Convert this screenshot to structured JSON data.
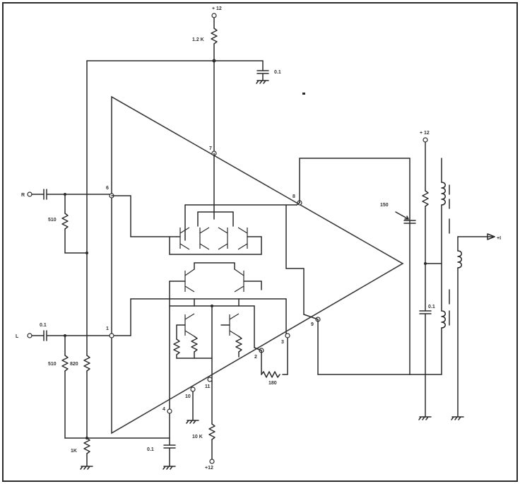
{
  "labels": {
    "supply_top": "+ 12",
    "r_top": "1.2 K",
    "c_top": "0.1",
    "input_r": "R",
    "input_l": "L",
    "r510": "510",
    "c_in_l": "0.1",
    "r510b": "510",
    "r820": "820",
    "r1k": "1K",
    "c_bottom": "0.1",
    "r10k": "10 K",
    "supply_bottom": "+12",
    "r180": "180",
    "c150": "150",
    "supply_right": "+ 12",
    "c_right": "0.1",
    "output": "+I"
  },
  "pins": {
    "p1": "1",
    "p2": "2",
    "p3": "3",
    "p4": "4",
    "p6": "6",
    "p7": "7",
    "p8": "8",
    "p9": "9",
    "p10": "10",
    "p11": "11"
  }
}
